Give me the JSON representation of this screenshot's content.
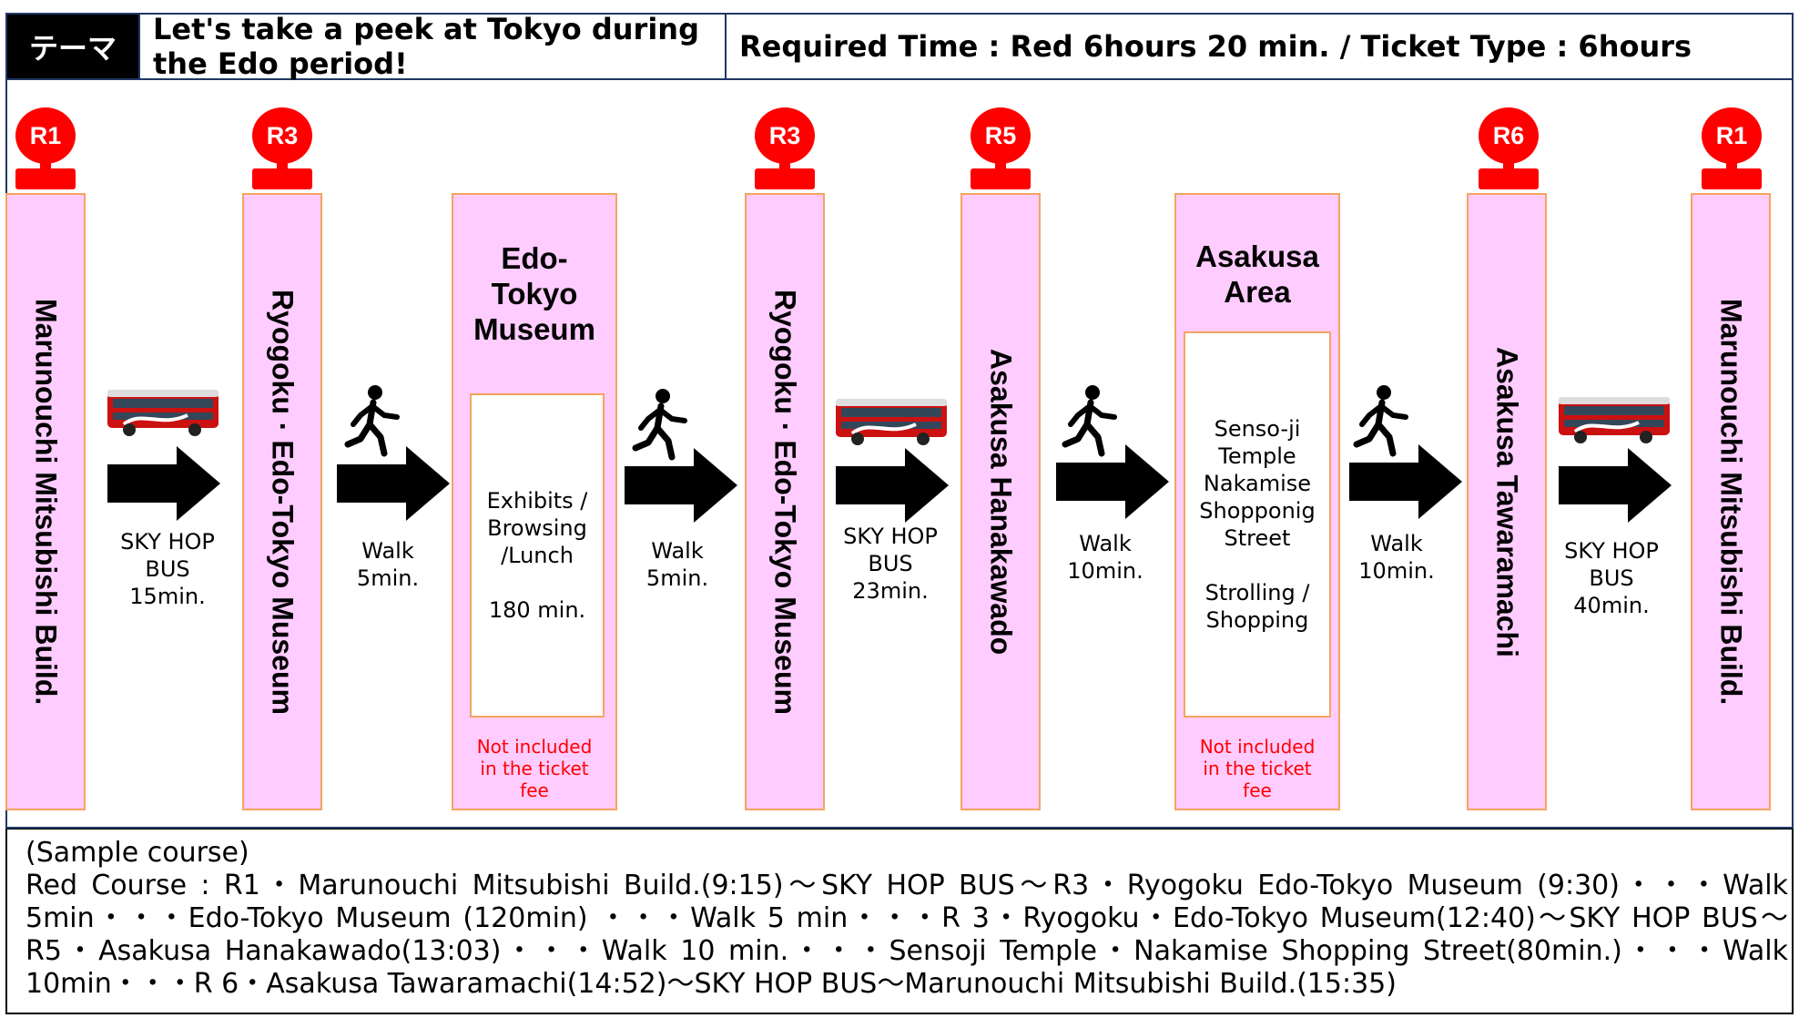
{
  "header": {
    "theme_tag": "テーマ",
    "theme_title": "Let's take a peek at Tokyo during the Edo period!",
    "required_time": "Required Time : Red 6hours 20 min.  /  Ticket Type : 6hours"
  },
  "colors": {
    "stop_fill": "#ffccff",
    "stop_border": "#f4a460",
    "pin": "#ff0000",
    "note": "#ff0000",
    "frame": "#1f3864"
  },
  "stops": [
    {
      "pin": "R1",
      "name": "Marunouchi Mitsubishi Build."
    },
    {
      "pin": "R3",
      "name": "Ryogoku · Edo-Tokyo Museum"
    },
    {
      "pin": "R3",
      "name": "Ryogoku · Edo-Tokyo Museum"
    },
    {
      "pin": "R5",
      "name": "Asakusa Hanakawado"
    },
    {
      "pin": "R6",
      "name": "Asakusa Tawaramachi"
    },
    {
      "pin": "R1",
      "name": "Marunouchi Mitsubishi Build."
    }
  ],
  "areas": [
    {
      "title_lines": [
        "Edo-",
        "Tokyo",
        "Museum"
      ],
      "content": "Exhibits /\nBrowsing\n/Lunch\n\n180 min.",
      "note": "Not included\nin the ticket\nfee"
    },
    {
      "title_lines": [
        "Asakusa",
        "Area"
      ],
      "content": "Senso-ji\nTemple\nNakamise\nShopponig\nStreet\n\nStrolling /\nShopping",
      "note": "Not included\nin the ticket\nfee"
    }
  ],
  "connectors": [
    {
      "icon": "bus-icon",
      "label": "SKY HOP\nBUS\n15min."
    },
    {
      "icon": "walking-person-icon",
      "label": "Walk\n5min."
    },
    {
      "icon": "walking-person-icon",
      "label": "Walk\n5min."
    },
    {
      "icon": "bus-icon",
      "label": "SKY HOP\nBUS\n23min."
    },
    {
      "icon": "walking-person-icon",
      "label": "Walk\n10min."
    },
    {
      "icon": "walking-person-icon",
      "label": "Walk\n10min."
    },
    {
      "icon": "bus-icon",
      "label": "SKY HOP\nBUS\n40min."
    }
  ],
  "sample_course": {
    "heading": "(Sample course)",
    "lines": [
      "Red Course : R1・Marunouchi Mitsubishi Build.(9:15)～SKY HOP BUS～R3・Ryogoku Edo-Tokyo Museum (9:30)・・・Walk",
      "5min・・・Edo-Tokyo Museum (120min) ・・・Walk 5 min・・・R 3・Ryogoku・Edo-Tokyo Museum(12:40)～SKY HOP BUS～",
      "R5・Asakusa Hanakawado(13:03)・・・Walk 10 min.・・・Sensoji Temple・Nakamise Shopping Street(80min.)・・・Walk",
      "10min・・・R 6・Asakusa Tawaramachi(14:52)～SKY HOP BUS～Marunouchi Mitsubishi Build.(15:35)"
    ]
  }
}
